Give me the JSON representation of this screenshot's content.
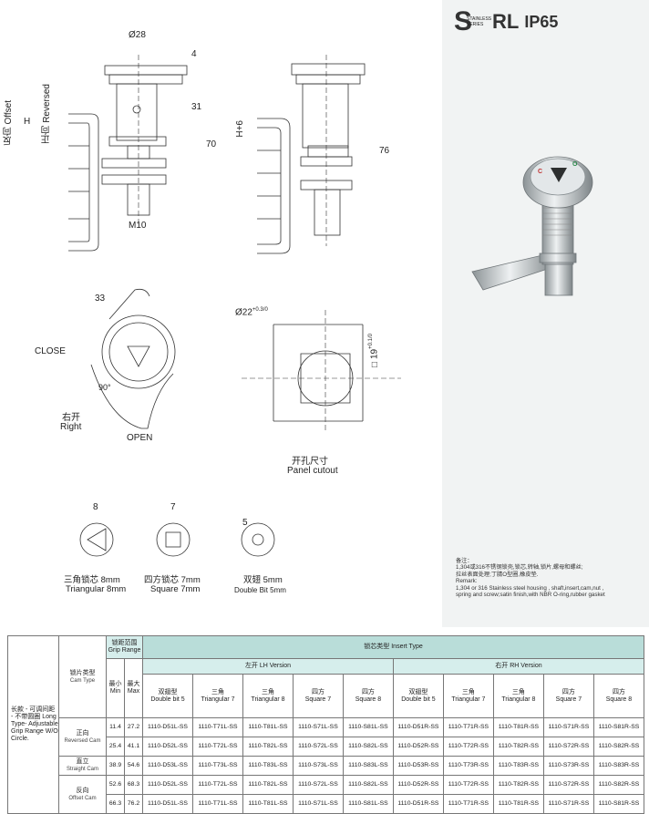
{
  "badges": {
    "s": "S",
    "s_sub": "STAINLESS SERIES",
    "rl": "RL",
    "ip": "IP65"
  },
  "dims": {
    "d28": "Ø28",
    "d4": "4",
    "d31": "31",
    "d70": "70",
    "m10": "M10",
    "offset": "反向 Offset",
    "h": "H",
    "reversed": "正向 Reversed",
    "h6": "H+6",
    "d76": "76",
    "d33": "33",
    "d22": "Ø22",
    "d22_tol": "+0.3",
    "d22_tol0": "0",
    "sq19": "□19",
    "sq19_tol": "+0.1",
    "sq19_tol0": "0",
    "d90": "90°",
    "d8": "8",
    "d7": "7",
    "d5": "5"
  },
  "labels": {
    "close": "CLOSE",
    "open": "OPEN",
    "right_cn": "右开",
    "right_en": "Right",
    "cutout_cn": "开孔尺寸",
    "cutout_en": "Panel cutout",
    "tri_cn": "三角锁芯 8mm",
    "tri_en": "Triangular 8mm",
    "sq_cn": "四方锁芯 7mm",
    "sq_en": "Square 7mm",
    "db_cn": "双翅 5mm",
    "db_en": "Double Bit 5mm"
  },
  "remark": {
    "title": "备注：",
    "line1": "1,304或316不锈钢锁壳,锁芯,转轴,锁片,螺母和螺丝;",
    "line2": "拉丝表面处理;丁腈O型圈,橡皮垫.",
    "line3": "Remark:",
    "line4": "1,304 or 316 Stainless steel housing , shaft,insert,cam,nut ,",
    "line5": "spring and screw;satin finish,with NBR O-ring,rubber gasket"
  },
  "table": {
    "long_type": "长款 - 可调间距 - 不带圆圈 Long Type- Adjustable Grip Range W/O Circle.",
    "cam_type_cn": "锁片类型",
    "cam_type_en": "Cam Type",
    "grip_cn": "锁距范围",
    "grip_en": "Grip Range",
    "min_cn": "最小",
    "min_en": "Min",
    "max_cn": "最大",
    "max_en": "Max",
    "insert_type": "锁芯类型 Insert Type",
    "lh": "左开 LH Version",
    "rh": "右开 RH Version",
    "insert_cols": [
      {
        "cn": "双翅型",
        "en": "Double bit 5"
      },
      {
        "cn": "三角",
        "en": "Triangular 7"
      },
      {
        "cn": "三角",
        "en": "Triangular 8"
      },
      {
        "cn": "四方",
        "en": "Square 7"
      },
      {
        "cn": "四方",
        "en": "Square 8"
      }
    ],
    "cam_groups": [
      {
        "cn": "正向",
        "en": "Reversed Cam"
      },
      {
        "cn": "直立",
        "en": "Straight Cam"
      },
      {
        "cn": "反向",
        "en": "Offset Cam"
      }
    ],
    "rows": [
      {
        "min": "11.4",
        "max": "27.2",
        "codes": [
          "1110-D51L-SS",
          "1110-T71L-SS",
          "1110-T81L-SS",
          "1110-S71L-SS",
          "1110-S81L-SS",
          "1110-D51R-SS",
          "1110-T71R-SS",
          "1110-T81R-SS",
          "1110-S71R-SS",
          "1110-S81R-SS"
        ]
      },
      {
        "min": "25.4",
        "max": "41.1",
        "codes": [
          "1110-D52L-SS",
          "1110-T72L-SS",
          "1110-T82L-SS",
          "1110-S72L-SS",
          "1110-S82L-SS",
          "1110-D52R-SS",
          "1110-T72R-SS",
          "1110-T82R-SS",
          "1110-S72R-SS",
          "1110-S82R-SS"
        ]
      },
      {
        "min": "38.9",
        "max": "54.6",
        "codes": [
          "1110-D53L-SS",
          "1110-T73L-SS",
          "1110-T83L-SS",
          "1110-S73L-SS",
          "1110-S83L-SS",
          "1110-D53R-SS",
          "1110-T73R-SS",
          "1110-T83R-SS",
          "1110-S73R-SS",
          "1110-S83R-SS"
        ]
      },
      {
        "min": "52.6",
        "max": "68.3",
        "codes": [
          "1110-D52L-SS",
          "1110-T72L-SS",
          "1110-T82L-SS",
          "1110-S72L-SS",
          "1110-S82L-SS",
          "1110-D52R-SS",
          "1110-T72R-SS",
          "1110-T82R-SS",
          "1110-S72R-SS",
          "1110-S82R-SS"
        ]
      },
      {
        "min": "66.3",
        "max": "76.2",
        "codes": [
          "1110-D51L-SS",
          "1110-T71L-SS",
          "1110-T81L-SS",
          "1110-S71L-SS",
          "1110-S81L-SS",
          "1110-D51R-SS",
          "1110-T71R-SS",
          "1110-T81R-SS",
          "1110-S71R-SS",
          "1110-S81R-SS"
        ]
      }
    ]
  }
}
